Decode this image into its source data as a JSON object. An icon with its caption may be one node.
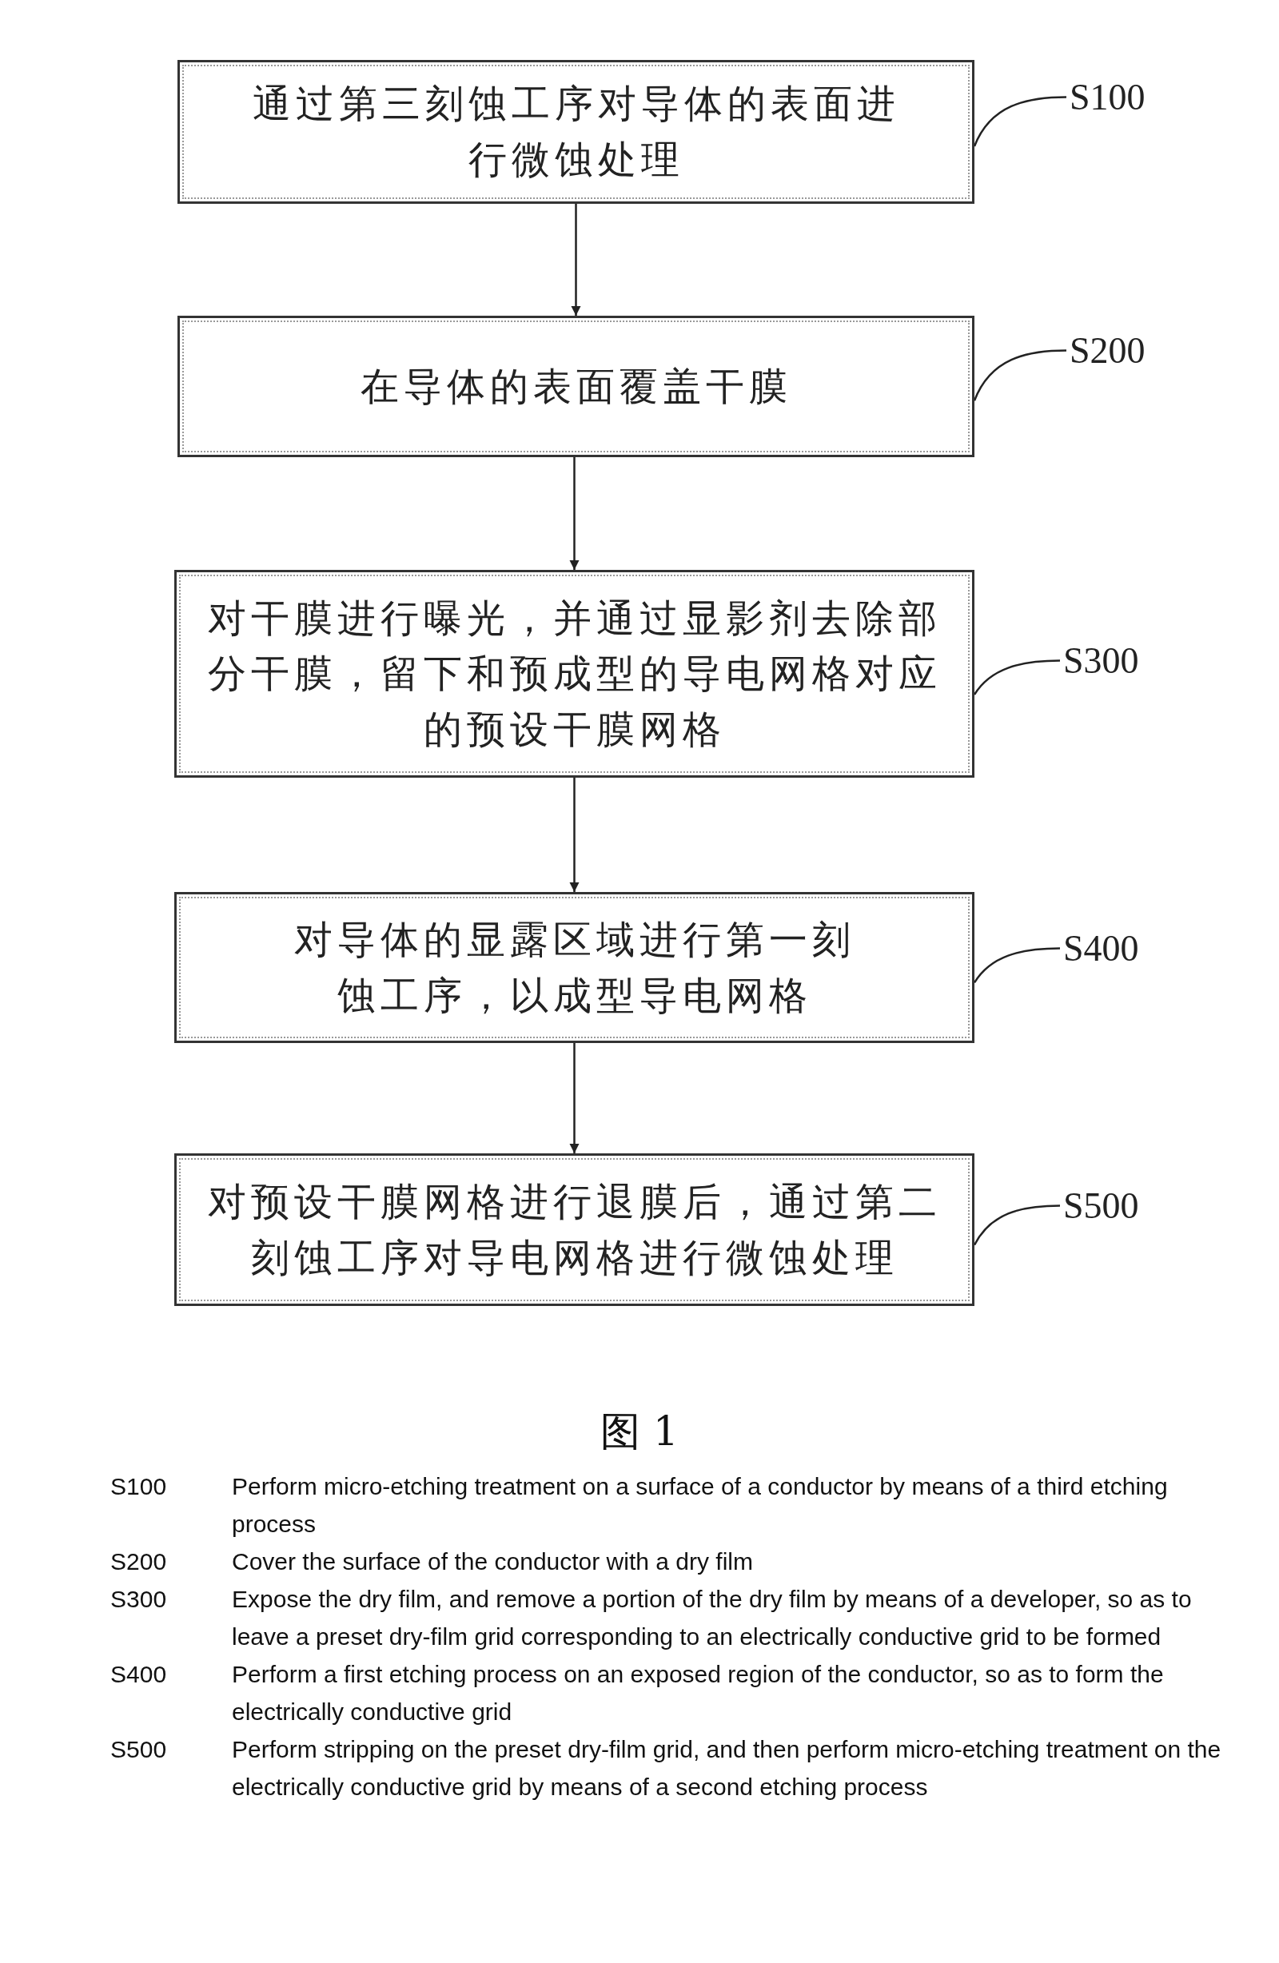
{
  "diagram": {
    "caption": "图 1",
    "nodes": [
      {
        "text": [
          "通过第三刻蚀工序对导体的表面进行微蚀处理"
        ]
      },
      {
        "text": [
          "在导体的表面覆盖干膜"
        ]
      },
      {
        "text": [
          "对干膜进行曝光，并通过显影剂去除部分干膜，留下和预成型的导电网格对应的预设干膜网格"
        ]
      },
      {
        "text": [
          "对导体的显露区域进行第一刻蚀工序，以成型导电网格"
        ]
      },
      {
        "text": [
          "对预设干膜网格进行退膜后，通过第二刻蚀工序对导电网格进行微蚀处理"
        ]
      },
      {
        "text": [
          "S100"
        ]
      },
      {
        "text": [
          "S200"
        ]
      },
      {
        "text": [
          "S300"
        ]
      },
      {
        "text": [
          "S400"
        ]
      },
      {
        "text": [
          "S500"
        ]
      }
    ],
    "edges": [
      {
        "from": 0,
        "to": 1,
        "arrow": "to"
      },
      {
        "from": 1,
        "to": 2,
        "arrow": "to"
      },
      {
        "from": 2,
        "to": 3,
        "arrow": "to"
      },
      {
        "from": 3,
        "to": 4,
        "arrow": "to"
      },
      {
        "from": 5,
        "to": 0,
        "arrow": "none"
      },
      {
        "from": 6,
        "to": 1,
        "arrow": "none"
      },
      {
        "from": 7,
        "to": 2,
        "arrow": "none"
      },
      {
        "from": 8,
        "to": 3,
        "arrow": "none"
      },
      {
        "from": 9,
        "to": 4,
        "arrow": "none"
      }
    ],
    "labels": [
      "S100",
      "Perform micro-etching treatment on a surface of a conductor by means of a third etching process",
      "S200",
      "Cover the surface of the conductor with a dry film",
      "S300",
      "Expose the dry film, and remove a portion of the dry film by means of a developer, so as to leave a preset dry-film grid corresponding to an electrically conductive grid to be formed",
      "S400",
      "Perform a first etching process on an exposed region of the conductor, so as to form the electrically conductive grid",
      "S500",
      "Perform stripping on the preset dry-film grid, and then perform micro-etching treatment on the electrically conductive grid by means of a second etching process"
    ]
  }
}
